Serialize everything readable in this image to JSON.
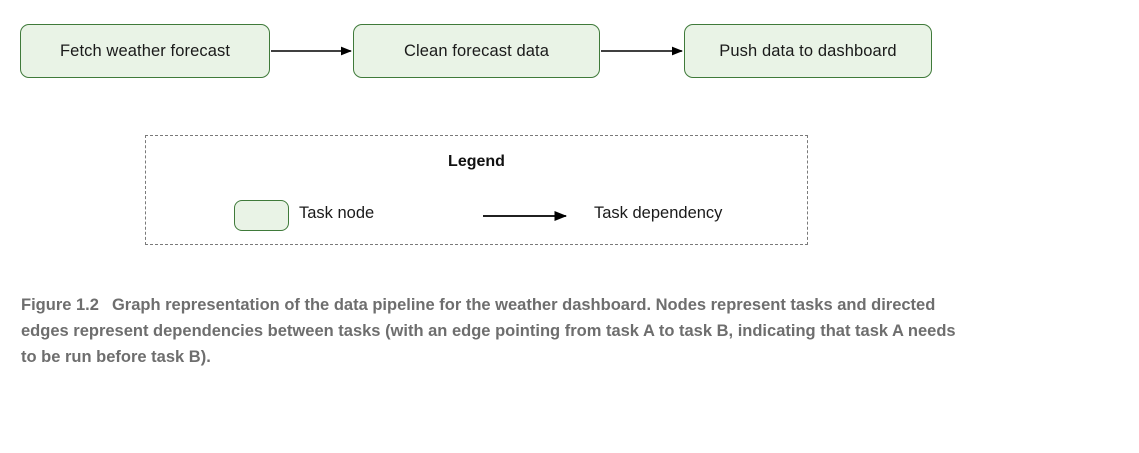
{
  "figure": {
    "caption_number": "Figure 1.2",
    "caption_text": "Graph representation of the data pipeline for the weather dashboard. Nodes represent tasks and directed edges represent dependencies between tasks (with an edge pointing from task A to task B, indicating that task A needs to be run before task B)."
  },
  "colors": {
    "node_fill": "#e9f3e6",
    "node_border": "#3f7a3a",
    "edge": "#000000",
    "legend_border": "#7a7a7a",
    "caption_text": "#6e6e6e",
    "node_text": "#1a1a1a",
    "background": "#ffffff"
  },
  "graph": {
    "nodes": [
      {
        "id": "fetch",
        "label": "Fetch weather forecast"
      },
      {
        "id": "clean",
        "label": "Clean forecast data"
      },
      {
        "id": "push",
        "label": "Push data to dashboard"
      }
    ],
    "edges": [
      {
        "from": "fetch",
        "to": "clean"
      },
      {
        "from": "clean",
        "to": "push"
      }
    ]
  },
  "legend": {
    "title": "Legend",
    "node_item_label": "Task node",
    "edge_item_label": "Task dependency"
  }
}
